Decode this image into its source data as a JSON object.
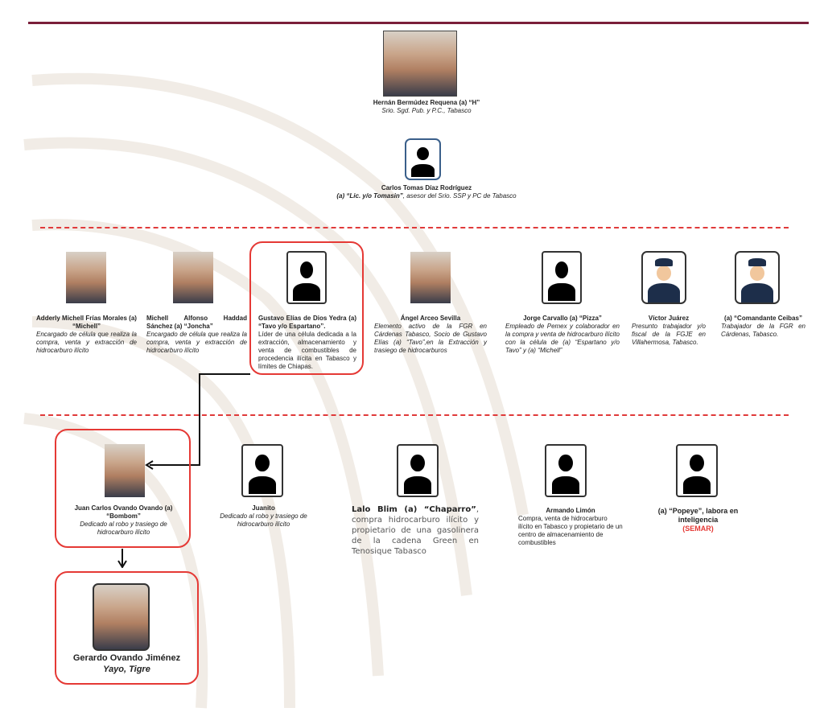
{
  "colors": {
    "header_rule": "#7a1f3a",
    "divider": "#e03a3a",
    "highlight_box": "#e53935",
    "semar": "#e53935"
  },
  "level1": [
    {
      "name": "Hernán Bermúdez Requena (a) “H”",
      "desc": "Srio. Sgd. Pub. y P.C., Tabasco",
      "image": "photo"
    },
    {
      "name": "Carlos Tomas Díaz Rodríguez",
      "alias": "(a) “Lic. y/o Tomasin”",
      "desc": ", asesor del Srio. SSP y PC de Tabasco",
      "image": "silhouette-icon"
    }
  ],
  "level2": [
    {
      "name": "Adderly Michell Frías Morales (a) “Michell”",
      "desc": "Encargado de célula que realiza la compra, venta y extracción de hidrocarburo ilícito",
      "image": "photo"
    },
    {
      "name": "Michell Alfonso Haddad Sánchez (a) “Joncha”",
      "desc": "Encargado de célula que realiza la compra, venta y extracción de hidrocarburo ilícito",
      "image": "photo"
    },
    {
      "name": "Gustavo Elías de Dios Yedra (a) “Tavo y/o Espartano”.",
      "desc": "Líder de una célula dedicada a la extracción, almacenamiento y venta de combustibles de procedencia ilícita en Tabasco y límites de Chiapas.",
      "image": "silhouette-icon",
      "highlighted": true
    },
    {
      "name": "Ángel Arceo Sevilla",
      "desc": "Elemento activo de la FGR en Cárdenas Tabasco, Socio de Gustavo Elías (a) “Tavo”,en la Extracción y trasiego de hidrocarburos",
      "image": "photo"
    },
    {
      "name": "Jorge Carvallo (a) “Pizza”",
      "desc": "Empleado de Pemex y colaborador en la compra y venta de hidrocarburo ilícito con la célula de (a) “Espartano y/o Tavo” y (a) “Michell”",
      "image": "silhouette-icon"
    },
    {
      "name": "Víctor Juárez",
      "desc": "Presunto trabajador y/o fiscal de la FGJE en Villahermosa, Tabasco.",
      "image": "police-icon"
    },
    {
      "name": "(a) “Comandante Ceibas”",
      "desc": "Trabajador de la FGR en Cárdenas, Tabasco.",
      "image": "police-icon"
    }
  ],
  "level3": [
    {
      "name": "Juan Carlos Ovando Ovando (a) “Bombom”",
      "desc": "Dedicado al robo y trasiego de hidrocarburo ilícito",
      "image": "photo",
      "highlighted": true
    },
    {
      "name": "Juanito",
      "desc": "Dedicado al robo y trasiego de hidrocarburo ilícito",
      "image": "silhouette-icon"
    },
    {
      "name": "Lalo Blim (a) “Chaparro”",
      "desc": ", compra hidrocarburo ilícito y propietario de una gasolinera de la cadena Green en Tenosique Tabasco",
      "image": "silhouette-icon"
    },
    {
      "name": "Armando Limón",
      "desc": "Compra, venta de hidrocarburo ilícito en Tabasco y propietario de un centro de almacenamiento de combustibles",
      "image": "silhouette-icon"
    },
    {
      "name": "(a) “Popeye”, labora en inteligencia",
      "desc": "(SEMAR)",
      "image": "silhouette-icon"
    }
  ],
  "level4": [
    {
      "name": "Gerardo Ovando Jiménez",
      "desc": "Yayo, Tigre",
      "image": "photo",
      "highlighted": true
    }
  ]
}
